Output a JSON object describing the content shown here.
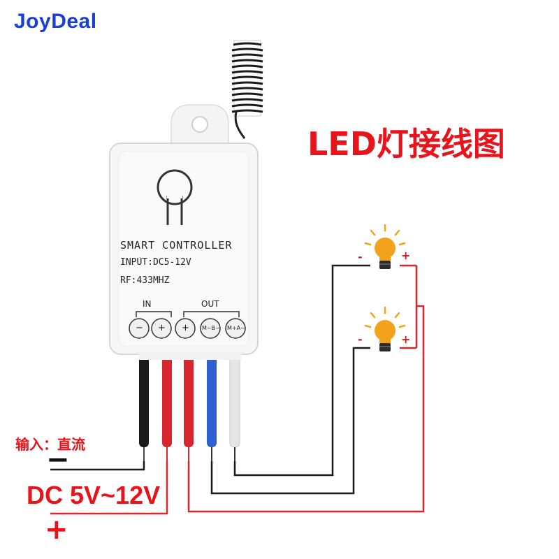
{
  "brand": "JoyDeal",
  "title": "LED灯接线图",
  "controller": {
    "name": "SMART CONTROLLER",
    "input": "INPUT:DC5-12V",
    "rf": "RF:433MHZ",
    "in_group": "IN",
    "out_group": "OUT",
    "terminals": [
      "−",
      "+",
      "+",
      "M−B−",
      "M+A−"
    ]
  },
  "power": {
    "input_label": "输入：直流",
    "minus": "−",
    "voltage": "DC 5V~12V",
    "plus": "+"
  },
  "lamps": [
    {
      "minus": "-",
      "plus": "+"
    },
    {
      "minus": "-",
      "plus": "+"
    }
  ],
  "wire_colors": {
    "black": "#1a1a1a",
    "red": "#d8262e",
    "blue": "#2f5fd0",
    "white": "#e6e6e6"
  },
  "accent": "#e8141b",
  "bulb_color": "#f3a21b"
}
